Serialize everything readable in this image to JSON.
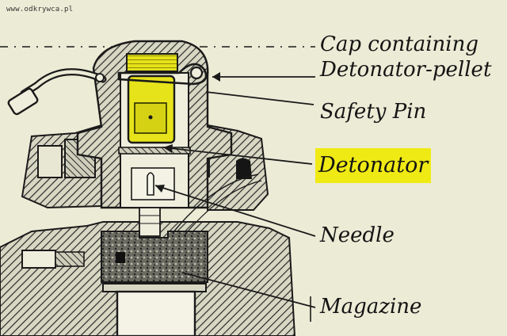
{
  "watermark": "www.odkrywca.pl",
  "labels": {
    "cap_line1": "Cap containing",
    "cap_line2": "Detonator-pellet",
    "safety_pin": "Safety Pin",
    "detonator": "Detonator",
    "needle": "Needle",
    "magazine": "Magazine"
  },
  "colors": {
    "background": "#ecebd6",
    "highlight": "#f0ea14",
    "ink": "#141414"
  }
}
